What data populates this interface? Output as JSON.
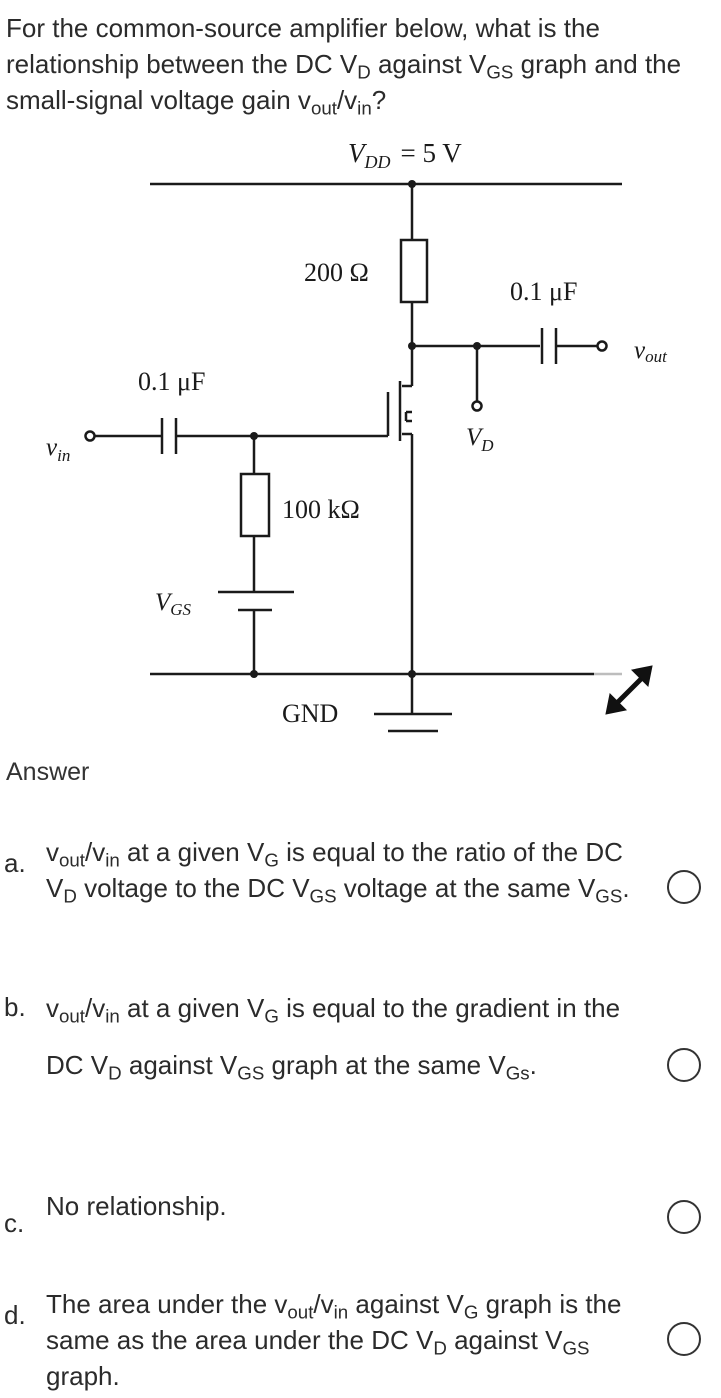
{
  "question": {
    "p1": "For the common-source amplifier below, what is the relationship between the DC V",
    "s1": "D",
    "p2": " against V",
    "s2": "GS",
    "p3": " graph and the small-signal voltage gain v",
    "s3": "out",
    "p4": "/v",
    "s4": "in",
    "p5": "?"
  },
  "circuit": {
    "vdd_label": "V",
    "vdd_sub": "DD",
    "vdd_value": "= 5 V",
    "r_drain": "200 Ω",
    "cap_out": "0.1 μF",
    "cap_in": "0.1 μF",
    "vout": "v",
    "vout_sub": "out",
    "vin": "v",
    "vin_sub": "in",
    "vd": "V",
    "vd_sub": "D",
    "r_gate": "100 kΩ",
    "vgs": "V",
    "vgs_sub": "GS",
    "gnd": "GND"
  },
  "answer_label": "Answer",
  "options": [
    {
      "letter": "a.",
      "t1": "v",
      "s1": "out",
      "t2": "/v",
      "s2": "in",
      "t3": " at a given V",
      "s3": "G",
      "t4": " is equal to the ratio of the DC V",
      "s4": "D",
      "t5": " voltage to the DC V",
      "s5": "GS",
      "t6": " voltage at the same V",
      "s6": "GS",
      "t7": "."
    },
    {
      "letter": "b.",
      "t1": "v",
      "s1": "out",
      "t2": "/v",
      "s2": "in",
      "t3": " at a given V",
      "s3": "G",
      "t4": " is equal to the gradient in the DC V",
      "s4": "D",
      "t5": " against V",
      "s5": "GS",
      "t6": " graph at the same V",
      "s6": "Gs",
      "t7": "."
    },
    {
      "letter": "c.",
      "text": "No relationship."
    },
    {
      "letter": "d.",
      "t1": "The area under the v",
      "s1": "out",
      "t2": "/v",
      "s2": "in",
      "t3": " against V",
      "s3": "G",
      "t4": " graph is the same as the area under the DC V",
      "s4": "D",
      "t5": " against V",
      "s5": "GS",
      "t6": " graph."
    }
  ]
}
